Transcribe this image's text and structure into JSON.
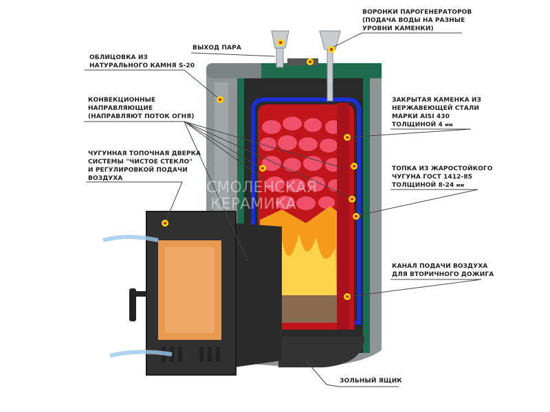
{
  "labels": {
    "funnels": [
      "ВОРОНКИ ПАРОГЕНЕРАТОРОВ",
      "(ПОДАЧА ВОДЫ НА РАЗНЫЕ",
      "УРОВНИ КАМЕНКИ)"
    ],
    "steam_outlet": [
      "ВЫХОД ПАРА"
    ],
    "cladding": [
      "ОБЛИЦОВКА ИЗ",
      "НАТУРАЛЬНОГО КАМНЯ S-20"
    ],
    "convection": [
      "КОНВЕКЦИОННЫЕ",
      "НАПРАВЛЯЮЩИЕ",
      "(НАПРАВЛЯЮТ ПОТОК ОГНЯ)"
    ],
    "door": [
      "ЧУГУННАЯ ТОПОЧНАЯ ДВЕРКА",
      "СИСТЕМЫ \"ЧИСТОЕ СТЕКЛО\"",
      "И РЕГУЛИРОВКОЙ ПОДАЧИ",
      "ВОЗДУХА"
    ],
    "heater": [
      "ЗАКРЫТАЯ КАМЕНКА ИЗ",
      "НЕРЖАВЕЮЩЕЙ СТАЛИ",
      "МАРКИ AISI 430",
      "ТОЛЩИНОЙ 4",
      "мм"
    ],
    "firebox": [
      "ТОПКА ИЗ ЖАРОСТОЙКОГО",
      "ЧУГУНА ГОСТ 1412-85",
      "ТОЛЩИНОЙ 8-24",
      "мм"
    ],
    "air_channel": [
      "КАНАЛ ПОДАЧИ ВОЗДУХА",
      "ДЛЯ ВТОРИЧНОГО ДОЖИГА"
    ],
    "ash_box": [
      "ЗОЛЬНЫЙ ЯЩИК"
    ]
  },
  "watermark": [
    "СМОЛЕНСКАЯ",
    "КЕРАМИКА"
  ],
  "colors": {
    "stone": "#8e9594",
    "green": "#1f6b4f",
    "chamber": "#c0161b",
    "blue": "#1b2fd6",
    "fire": "#f59a1a",
    "dot": "#f5d800",
    "dot_center": "#e0161b"
  }
}
